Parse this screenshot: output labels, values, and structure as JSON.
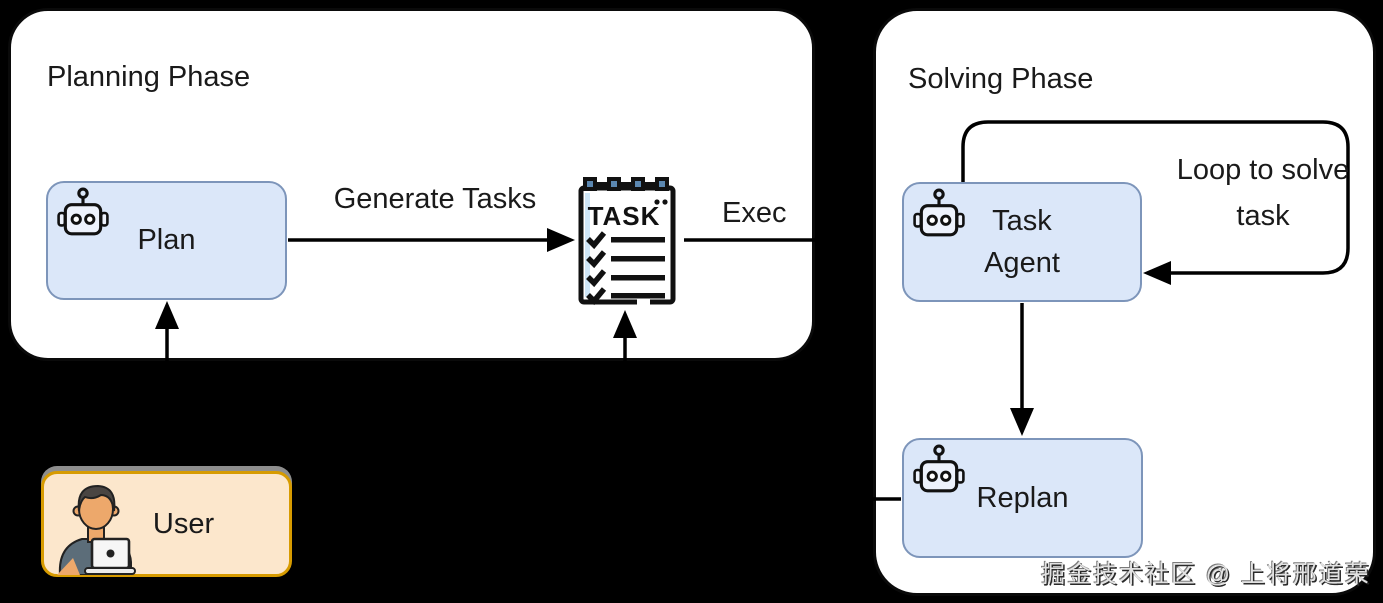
{
  "panels": {
    "planning": {
      "title": "Planning Phase"
    },
    "solving": {
      "title": "Solving Phase"
    }
  },
  "nodes": {
    "plan": {
      "label": "Plan",
      "icon": "robot-icon"
    },
    "task_list": {
      "title": "TASK",
      "icon": "task-list-icon"
    },
    "user": {
      "label": "User",
      "icon": "user-at-laptop-icon"
    },
    "task_agent": {
      "label": "Task Agent",
      "icon": "robot-icon"
    },
    "replan": {
      "label": "Replan",
      "icon": "robot-icon"
    }
  },
  "edges": {
    "generate_tasks": {
      "from": "plan",
      "to": "task_list",
      "label": "Generate Tasks"
    },
    "exec": {
      "from": "task_list",
      "to": "solving-phase",
      "label": "Exec"
    },
    "user_to_plan": {
      "from": "user",
      "to": "plan",
      "label": ""
    },
    "agent_to_replan": {
      "from": "task_agent",
      "to": "replan",
      "label": ""
    },
    "replan_to_tasks": {
      "from": "replan",
      "to": "task_list",
      "label": ""
    },
    "loop": {
      "from": "task_agent",
      "to": "task_agent",
      "label": "Loop to solve task"
    }
  },
  "watermark": {
    "text": "掘金技术社区 @ 上将邢道荣"
  },
  "colors": {
    "background": "#000000",
    "panel_fill": "#ffffff",
    "panel_border": "#0a0a0a",
    "agent_box_fill": "#dbe7f9",
    "agent_box_border": "#7d95ba",
    "user_box_fill": "#fce7cc",
    "user_box_border": "#d79b00",
    "task_paper_highlight": "#cfe6f7",
    "connector": "#000000",
    "text": "#1a1a1a"
  }
}
